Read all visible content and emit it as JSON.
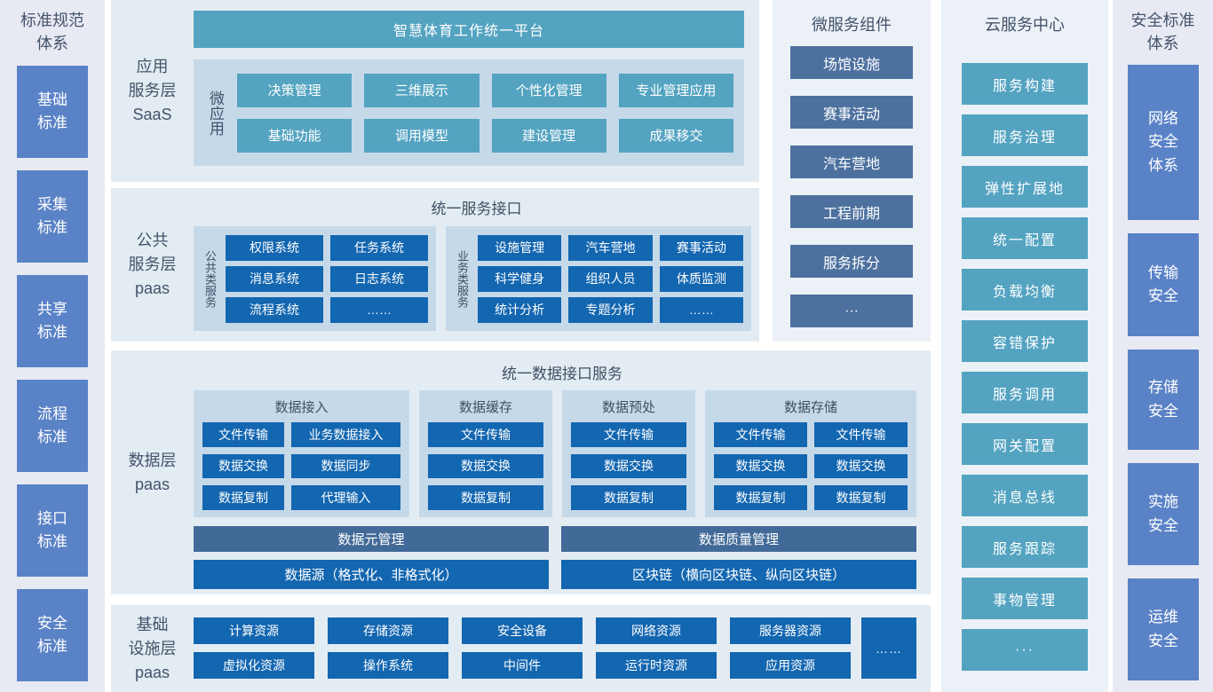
{
  "colors": {
    "teal": "#53a3c1",
    "bright_blue": "#1366b0",
    "slate_blue": "#4d719f",
    "slate_bar": "#426a98",
    "periwinkle": "#5a82c6",
    "panel_bg": "#e3ecf2",
    "subpanel_bg": "#c6d9e9",
    "strip_bg": "#e8eaf3",
    "sidecol_bg": "#ebf1f6",
    "label_text": "#44536b"
  },
  "left_panel": {
    "title": "标准规范\n体系",
    "items": [
      "基础\n标准",
      "采集\n标准",
      "共享\n标准",
      "流程\n标准",
      "接口\n标准",
      "安全\n标准"
    ]
  },
  "saas_layer": {
    "label": "应用\n服务层\nSaaS",
    "platform_title": "智慧体育工作统一平台",
    "micro_apps_label": "微应用",
    "micro_apps": [
      "决策管理",
      "三维展示",
      "个性化管理",
      "专业管理应用",
      "基础功能",
      "调用模型",
      "建设管理",
      "成果移交"
    ]
  },
  "public_service_layer": {
    "label": "公共\n服务层\npaas",
    "header": "统一服务接口",
    "groups": [
      {
        "label": "公共类服务",
        "items": [
          "权限系统",
          "任务系统",
          "消息系统",
          "日志系统",
          "流程系统",
          "……"
        ]
      },
      {
        "label": "业务类服务",
        "items": [
          "设施管理",
          "汽车营地",
          "赛事活动",
          "科学健身",
          "组织人员",
          "体质监测",
          "统计分析",
          "专题分析",
          "……"
        ]
      }
    ]
  },
  "data_layer": {
    "label": "数据层\npaas",
    "header": "统一数据接口服务",
    "groups": [
      {
        "title": "数据接入",
        "items": [
          "文件传输",
          "业务数据接入",
          "数据交换",
          "数据同步",
          "数据复制",
          "代理输入"
        ]
      },
      {
        "title": "数据缓存",
        "items": [
          "文件传输",
          "数据交换",
          "数据复制"
        ]
      },
      {
        "title": "数据预处",
        "items": [
          "文件传输",
          "数据交换",
          "数据复制"
        ]
      },
      {
        "title": "数据存储",
        "items": [
          "文件传输",
          "文件传输",
          "数据交换",
          "数据交换",
          "数据复制",
          "数据复制"
        ]
      }
    ],
    "management_bars": [
      "数据元管理",
      "数据质量管理"
    ],
    "source_bars": [
      "数据源（格式化、非格式化）",
      "区块链（横向区块链、纵向区块链）"
    ]
  },
  "infra_layer": {
    "label": "基础\n设施层\npaas",
    "rows": [
      [
        "计算资源",
        "存储资源",
        "安全设备",
        "网络资源",
        "服务器资源"
      ],
      [
        "虚拟化资源",
        "操作系统",
        "中间件",
        "运行时资源",
        "应用资源"
      ]
    ],
    "more": "……"
  },
  "microservices_panel": {
    "title": "微服务组件",
    "items": [
      "场馆设施",
      "赛事活动",
      "汽车营地",
      "工程前期",
      "服务拆分",
      "···"
    ]
  },
  "cloud_panel": {
    "title": "云服务中心",
    "items": [
      "服务构建",
      "服务治理",
      "弹性扩展地",
      "统一配置",
      "负载均衡",
      "容错保护",
      "服务调用",
      "网关配置",
      "消息总线",
      "服务跟踪",
      "事物管理",
      "···"
    ]
  },
  "security_panel": {
    "title": "安全标准\n体系",
    "items": [
      "网络\n安全\n体系",
      "传输\n安全",
      "存储\n安全",
      "实施\n安全",
      "运维\n安全"
    ]
  }
}
